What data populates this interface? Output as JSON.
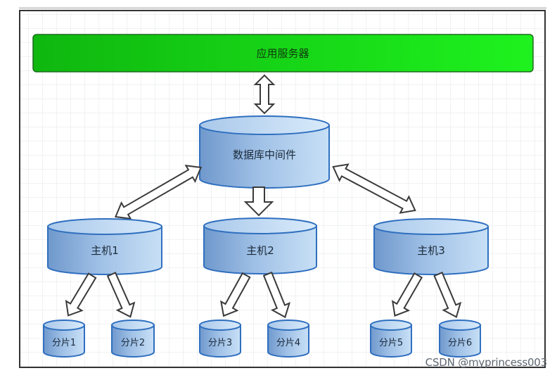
{
  "app_server": {
    "label": "应用服务器",
    "color": "#14d814"
  },
  "middleware": {
    "label": "数据库中间件"
  },
  "hosts": [
    {
      "label": "主机1"
    },
    {
      "label": "主机2"
    },
    {
      "label": "主机3"
    }
  ],
  "shards": [
    {
      "label": "分片1"
    },
    {
      "label": "分片2"
    },
    {
      "label": "分片3"
    },
    {
      "label": "分片4"
    },
    {
      "label": "分片5"
    },
    {
      "label": "分片6"
    }
  ],
  "watermark": "CSDN @myprincess003",
  "colors": {
    "cylinder_light": "#c4dcf4",
    "cylinder_dark": "#6f98cc",
    "cylinder_stroke": "#2f6fbf",
    "arrow_fill": "#ffffff",
    "arrow_stroke": "#3a3a3a",
    "grid": "#e3e6ea"
  }
}
